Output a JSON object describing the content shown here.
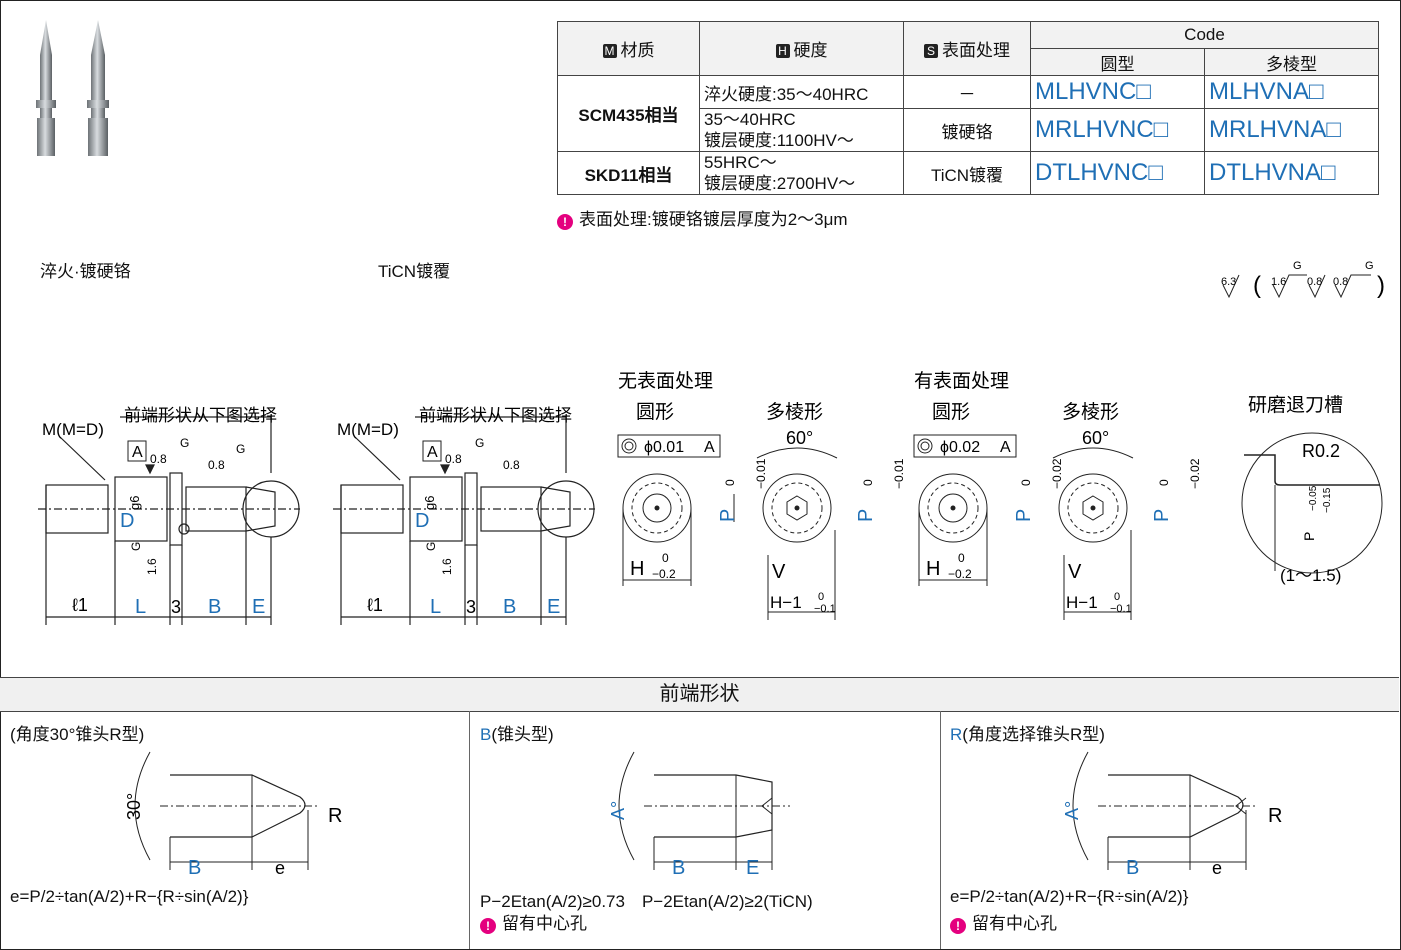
{
  "table": {
    "headers": {
      "material": "材质",
      "hardness": "硬度",
      "surface": "表面处理",
      "code": "Code",
      "round": "圆型",
      "poly": "多棱型"
    },
    "header_icons": {
      "material": "M",
      "hardness": "H",
      "surface": "S"
    },
    "rows": [
      {
        "material": "SCM435相当",
        "hardness": "淬火硬度:35～40HRC",
        "surface": "－",
        "round": "MLHVNC□",
        "poly": "MLHVNA□"
      },
      {
        "material": "",
        "hardness": "35～40HRC",
        "hardness2": "镀层硬度:1100HV～",
        "surface": "镀硬铬",
        "round": "MRLHVNC□",
        "poly": "MRLHVNA□"
      },
      {
        "material": "SKD11相当",
        "hardness": "55HRC～",
        "hardness2": "镀层硬度:2700HV～",
        "surface": "TiCN镀覆",
        "round": "DTLHVNC□",
        "poly": "DTLHVNA□"
      }
    ],
    "note": "表面处理:镀硬铬镀层厚度为2～3μm"
  },
  "photo_labels": {
    "left": "淬火·镀硬铬",
    "right": "TiCN镀覆"
  },
  "roughness": {
    "main": "6.3",
    "r1": "1.6",
    "r2": "0.8",
    "r3": "0.8",
    "g": "G"
  },
  "drawing": {
    "m_label": "M(M=D)",
    "tip_label": "前端形状从下图选择",
    "datum": "A",
    "dim_l1": "ℓ1",
    "dim_L": "L",
    "dim_3": "3",
    "dim_B": "B",
    "dim_E": "E",
    "D_label": "D",
    "g6": "g6",
    "r08": "0.8",
    "r16": "1.6",
    "G": "G"
  },
  "sections": {
    "no_surface": "无表面处理",
    "with_surface": "有表面处理",
    "round": "圆形",
    "poly": "多棱形",
    "angle60": "60°",
    "tol_001": "ϕ0.01",
    "tol_002": "ϕ0.02",
    "P": "P",
    "tol_p1_up": "0",
    "tol_p1_dn": "−0.01",
    "tol_p2_up": "0",
    "tol_p2_dn": "−0.02",
    "H": "H",
    "H_up": "0",
    "H_dn": "−0.2",
    "V": "V",
    "H1": "H−1",
    "H1_up": "0",
    "H1_dn": "−0.1"
  },
  "groove": {
    "title": "研磨退刀槽",
    "r": "R0.2",
    "p": "P",
    "p_up": "−0.05",
    "p_dn": "−0.15",
    "w": "(1～1.5)"
  },
  "tips": {
    "bar_title": "前端形状",
    "a": {
      "title": "(角度30°锥头R型)",
      "angle": "30°",
      "B": "B",
      "e": "e",
      "R": "R",
      "formula": "e=P/2÷tan(A/2)+R−{R÷sin(A/2)}"
    },
    "b": {
      "letter": "B",
      "title": "(锥头型)",
      "angle": "A°",
      "B": "B",
      "E": "E",
      "formula": "P−2Etan(A/2)≥0.73　P−2Etan(A/2)≥2(TiCN)",
      "note": "留有中心孔"
    },
    "r": {
      "letter": "R",
      "title": "(角度选择锥头R型)",
      "angle": "A°",
      "B": "B",
      "e": "e",
      "R": "R",
      "formula": "e=P/2÷tan(A/2)+R−{R÷sin(A/2)}",
      "note": "留有中心孔"
    }
  }
}
